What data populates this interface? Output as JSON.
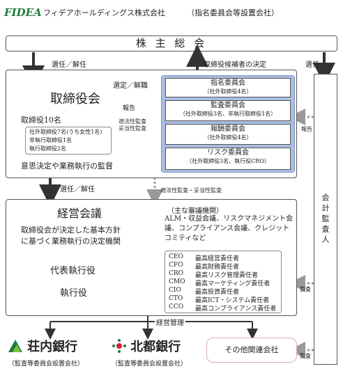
{
  "header": {
    "logo_mark": "FIDEA",
    "company": "フィデアホールディングス株式会社",
    "structure_note": "（指名委員会等設置会社）"
  },
  "shareholders": "株 主 総 会",
  "labels": {
    "elect_dismiss_1": "選任／解任",
    "elect_dismiss_2": "選任／解任",
    "nominate_candidates": "取締役候補者の決定",
    "elect_auditor": "選任",
    "select_dismiss": "選定／解職",
    "report": "報告",
    "legality_audit": "適法性監査\n妥当性監査",
    "legality_audit_2": "適法性監査・妥当性監査",
    "auditor_report": "報告",
    "audit_1": "監査",
    "audit_2": "監査",
    "management_control": "経営管理"
  },
  "board": {
    "title": "取締役会",
    "count": "取締役10名",
    "members": [
      "社外取締役7名(うち女性1名)",
      "非執行取締役1名",
      "執行取締役2名"
    ],
    "role": "意思決定や業務執行の監督"
  },
  "committees": [
    {
      "name": "指名委員会",
      "detail": "（社外取締役4名）"
    },
    {
      "name": "監査委員会",
      "detail": "（社外取締役3名、非執行取締役1名）"
    },
    {
      "name": "報酬委員会",
      "detail": "（社外取締役4名）"
    },
    {
      "name": "リスク委員会",
      "detail": "（社外取締役3名、執行役CRO）"
    }
  ],
  "auditor": "会計監査人",
  "management": {
    "title": "経営会議",
    "desc_1": "取締役会が決定した基本方針",
    "desc_2": "に基づく業務執行の決定機関",
    "meetings_head": "（主な審議機関）",
    "meetings": "ALM・収益会議、リスクマネジメント会議、コンプライアンス会議、クレジットコミティなど",
    "rep_exec": "代表執行役",
    "exec": "執行役"
  },
  "officers": [
    {
      "code": "CEO",
      "title": "最高経営責任者"
    },
    {
      "code": "CFO",
      "title": "最高財務責任者"
    },
    {
      "code": "CRO",
      "title": "最高リスク管理責任者"
    },
    {
      "code": "CMO",
      "title": "最高マーケティング責任者"
    },
    {
      "code": "CIO",
      "title": "最高投資責任者"
    },
    {
      "code": "CTO",
      "title": "最高ICT・システム責任者"
    },
    {
      "code": "CCO",
      "title": "最高コンプライアンス責任者"
    }
  ],
  "subsidiaries": [
    {
      "name": "荘内銀行",
      "note": "（監査等委員会設置会社）"
    },
    {
      "name": "北都銀行",
      "note": "（監査等委員会設置会社）"
    },
    {
      "name": "その他関連会社"
    }
  ],
  "colors": {
    "committee_group": "#a9bde0",
    "logo_green": "#1f7a3a",
    "hokuto_red": "#d32030",
    "other_border": "#d9a8c8"
  }
}
